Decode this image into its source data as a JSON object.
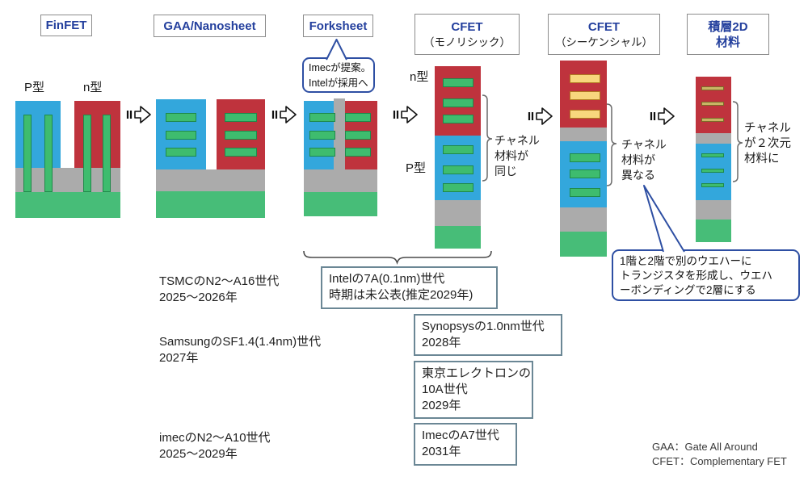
{
  "palette": {
    "pmos_blue": "#33a7dc",
    "nmos_red": "#bf333d",
    "oxide_gray": "#ababab",
    "substrate_green": "#47bd78",
    "sheet_green": "#3ebc6e",
    "sheet_green_border": "#1f8a4a",
    "sheet_yellow": "#f8d77d",
    "sheet_yellow_border": "#b07c20",
    "sheet_tan": "#c9b565",
    "sheet_tan_border": "#7d6b28",
    "title_blue": "#233f9d",
    "title_box_border": "#8c8c8c",
    "year_box_border": "#6b8795",
    "callout_border": "#2e4fa3",
    "bracket_gray": "#5a5a5a",
    "text_dark": "#1a1a1a"
  },
  "titles": {
    "finfet": "FinFET",
    "gaa": "GAA/Nanosheet",
    "forksheet": "Forksheet",
    "cfet_mono": "CFET",
    "cfet_mono_sub": "（モノリシック）",
    "cfet_seq": "CFET",
    "cfet_seq_sub": "（シーケンシャル）",
    "stacked2d_1": "積層2D",
    "stacked2d_2": "材料"
  },
  "labels": {
    "finfet_p": "P型",
    "finfet_n": "n型",
    "cfet_n": "n型",
    "cfet_p": "P型"
  },
  "callouts": {
    "forksheet": {
      "l1": "Imecが提案。",
      "l2": "Intelが採用へ"
    },
    "wafer": {
      "l1": "1階と2階で別のウエハーに",
      "l2": "トランジスタを形成し、ウエハ",
      "l3": "ーボンディングで2層にする"
    }
  },
  "notes": {
    "mono": {
      "l1": "チャネル",
      "l2": "材料が",
      "l3": "同じ"
    },
    "seq": {
      "l1": "チャネル",
      "l2": "材料が",
      "l3": "異なる"
    },
    "d2": {
      "l1": "チャネル",
      "l2": "が２次元",
      "l3": "材料に"
    }
  },
  "timeline": {
    "tsmc": {
      "l1": "TSMCのN2～A16世代",
      "l2": "2025～2026年"
    },
    "intel": {
      "l1": "Intelの7A(0.1nm)世代",
      "l2": "時期は未公表(推定2029年)"
    },
    "samsung": {
      "l1": "SamsungのSF1.4(1.4nm)世代",
      "l2": "2027年"
    },
    "synopsys": {
      "l1": "Synopsysの1.0nm世代",
      "l2": "2028年"
    },
    "tel": {
      "l1": "東京エレクトロンの",
      "l2": "10A世代",
      "l3": "2029年"
    },
    "imec_left": {
      "l1": "imecのN2～A10世代",
      "l2": "2025～2029年"
    },
    "imec_box": {
      "l1": "ImecのA7世代",
      "l2": "2031年"
    }
  },
  "footnotes": {
    "l1": "GAA：Gate All Around",
    "l2": "CFET：Complementary FET"
  }
}
